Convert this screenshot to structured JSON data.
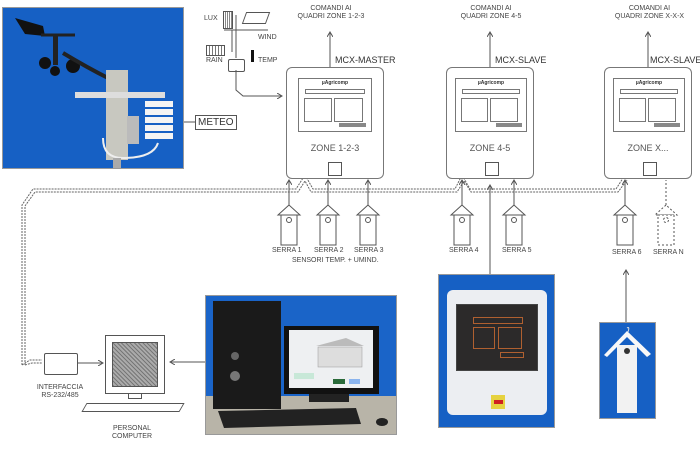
{
  "meteo": {
    "label": "METEO",
    "sensors": {
      "lux": "LUX",
      "wind": "WIND",
      "rain": "RAIN",
      "temp": "TEMP"
    }
  },
  "controllers": [
    {
      "role": "MCX-MASTER",
      "zone": "ZONE 1-2-3",
      "brand": "µAgricomp",
      "command": [
        "COMANDI AI",
        "QUADRI ZONE 1-2-3"
      ]
    },
    {
      "role": "MCX-SLAVE",
      "zone": "ZONE 4-5",
      "brand": "µAgricomp",
      "command": [
        "COMANDI AI",
        "QUADRI ZONE 4-5"
      ]
    },
    {
      "role": "MCX-SLAVE",
      "zone": "ZONE X...",
      "brand": "µAgricomp",
      "command": [
        "COMANDI AI",
        "QUADRI ZONE X-X-X"
      ]
    }
  ],
  "sensors": [
    "SERRA 1",
    "SERRA 2",
    "SERRA 3",
    "SERRA 4",
    "SERRA 5",
    "SERRA 6",
    "SERRA N"
  ],
  "sensors_caption": "SENSORI TEMP. + UMIND.",
  "interface": {
    "line1": "INTERFACCIA",
    "line2": "RS-232/485"
  },
  "pc": {
    "line1": "PERSONAL",
    "line2": "COMPUTER"
  },
  "colors": {
    "photo_bg": "#1660c4",
    "line": "#555555"
  }
}
